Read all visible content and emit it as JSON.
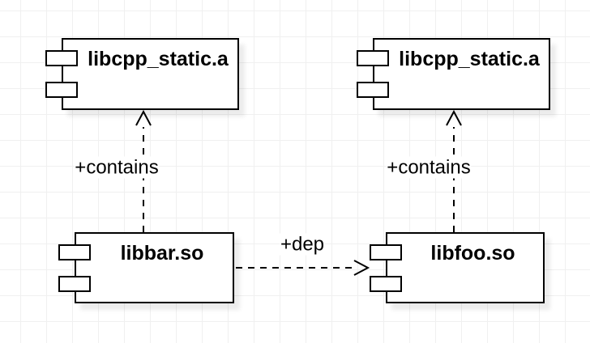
{
  "diagram": {
    "type": "uml-component-diagram",
    "components": [
      {
        "id": "libcpp_static_left",
        "label": "libcpp_static.a"
      },
      {
        "id": "libcpp_static_right",
        "label": "libcpp_static.a"
      },
      {
        "id": "libbar",
        "label": "libbar.so"
      },
      {
        "id": "libfoo",
        "label": "libfoo.so"
      }
    ],
    "edges": [
      {
        "from": "libbar",
        "to": "libcpp_static_left",
        "label": "+contains",
        "style": "dashed-open-arrow"
      },
      {
        "from": "libfoo",
        "to": "libcpp_static_right",
        "label": "+contains",
        "style": "dashed-open-arrow"
      },
      {
        "from": "libbar",
        "to": "libfoo",
        "label": "+dep",
        "style": "dashed-open-arrow"
      }
    ],
    "colors": {
      "stroke": "#000000",
      "fill": "#ffffff",
      "grid": "#f0f0f0",
      "background": "#ffffff"
    }
  }
}
